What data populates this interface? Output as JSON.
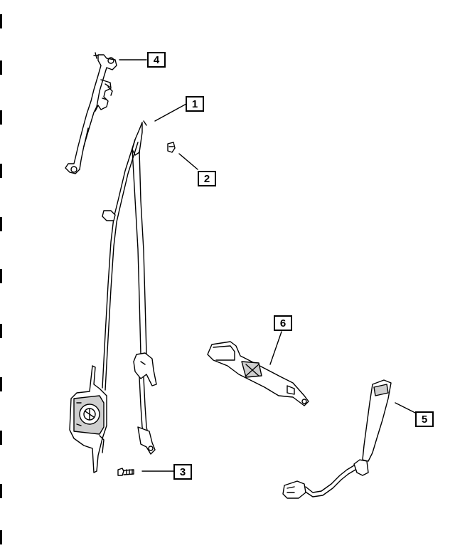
{
  "diagram": {
    "callouts": [
      {
        "id": "4",
        "label": "4"
      },
      {
        "id": "1",
        "label": "1"
      },
      {
        "id": "2",
        "label": "2"
      },
      {
        "id": "6",
        "label": "6"
      },
      {
        "id": "5",
        "label": "5"
      },
      {
        "id": "3",
        "label": "3"
      }
    ],
    "colors": {
      "line": "#000000",
      "fill": "#ffffff",
      "shade": "#cfcfcf"
    }
  }
}
